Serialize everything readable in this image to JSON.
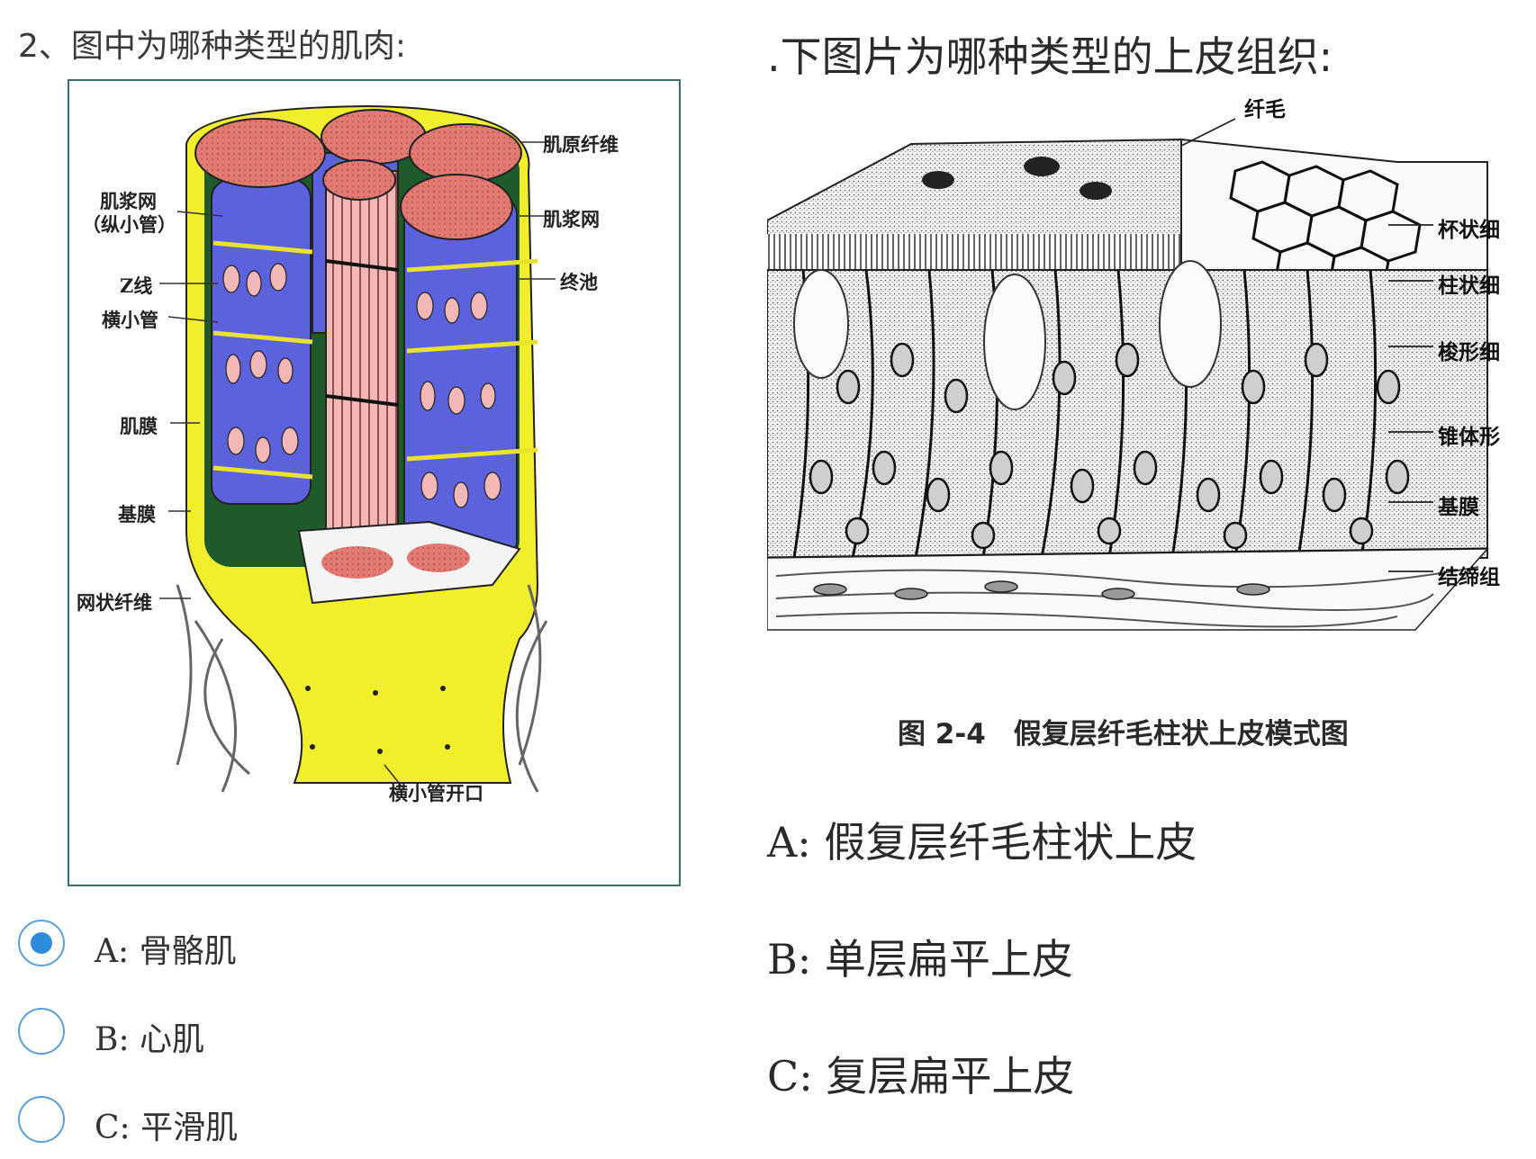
{
  "left": {
    "question": "2、图中为哪种类型的肌肉:",
    "figure_labels": {
      "myofibril": "肌原纤维",
      "sr_long": "肌浆网",
      "sr_long_sub": "（纵小管）",
      "sr_right": "肌浆网",
      "terminal_cisterna": "终池",
      "z_line": "Z线",
      "t_tubule": "横小管",
      "sarcolemma": "肌膜",
      "basement_membrane": "基膜",
      "reticular_fiber": "网状纤维",
      "t_tubule_opening": "横小管开口"
    },
    "options": [
      {
        "label": "A: 骨骼肌",
        "selected": true
      },
      {
        "label": "B: 心肌",
        "selected": false
      },
      {
        "label": "C: 平滑肌",
        "selected": false
      }
    ]
  },
  "right": {
    "question": ".下图片为哪种类型的上皮组织:",
    "figure_labels": {
      "cilia": "纤毛",
      "goblet": "杯状细",
      "columnar": "柱状细",
      "fusiform": "梭形细",
      "pyramidal": "锥体形",
      "basement": "基膜",
      "connective": "结缔组"
    },
    "caption": "图 2-4　假复层纤毛柱状上皮模式图",
    "options": [
      {
        "label": "A: 假复层纤毛柱状上皮"
      },
      {
        "label": "B: 单层扁平上皮"
      },
      {
        "label": "C: 复层扁平上皮"
      }
    ]
  },
  "colors": {
    "radio_accent": "#2f8bdc",
    "fig_yellow": "#f2ee2c",
    "fig_blue": "#5b62dc",
    "fig_pink": "#e27a74"
  }
}
